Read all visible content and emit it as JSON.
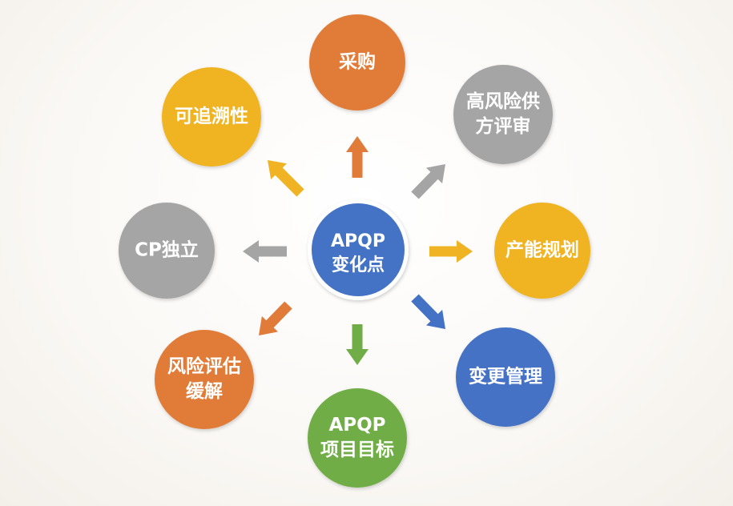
{
  "center": {
    "lines": [
      "APQP",
      "变化点"
    ],
    "color": "#4472c4",
    "ring_color": "#ffffff"
  },
  "nodes": [
    {
      "id": "procurement",
      "lines": [
        "采购"
      ],
      "color": "#e07b39",
      "arrow_color": "#e07b39"
    },
    {
      "id": "high-risk-supplier-review",
      "lines": [
        "高风险供",
        "方评审"
      ],
      "color": "#a5a5a5",
      "arrow_color": "#a5a5a5"
    },
    {
      "id": "capacity-planning",
      "lines": [
        "产能规划"
      ],
      "color": "#f0b323",
      "arrow_color": "#f0b323"
    },
    {
      "id": "change-management",
      "lines": [
        "变更管理"
      ],
      "color": "#4472c4",
      "arrow_color": "#4472c4"
    },
    {
      "id": "apqp-project-goals",
      "lines": [
        "APQP",
        "项目目标"
      ],
      "color": "#70ad47",
      "arrow_color": "#70ad47"
    },
    {
      "id": "risk-assessment-mitigation",
      "lines": [
        "风险评估",
        "缓解"
      ],
      "color": "#e07b39",
      "arrow_color": "#e07b39"
    },
    {
      "id": "cp-independence",
      "lines": [
        "CP独立"
      ],
      "color": "#a5a5a5",
      "arrow_color": "#a5a5a5"
    },
    {
      "id": "traceability",
      "lines": [
        "可追溯性"
      ],
      "color": "#f0b323",
      "arrow_color": "#f0b323"
    }
  ]
}
